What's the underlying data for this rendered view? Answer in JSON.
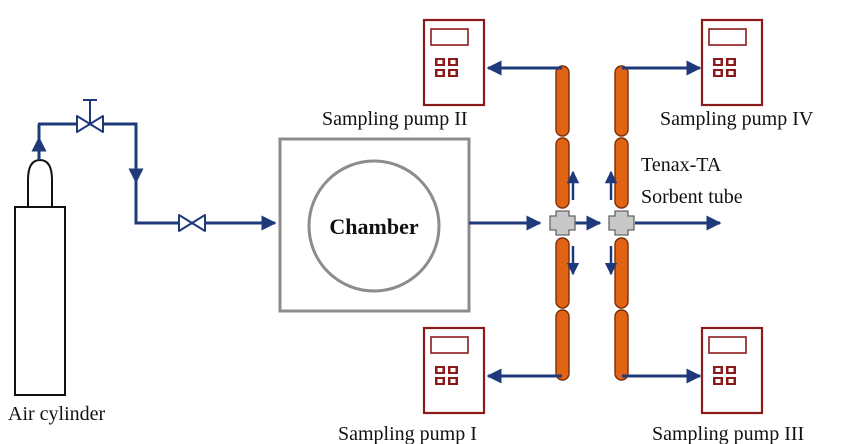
{
  "labels": {
    "air_cylinder": "Air cylinder",
    "chamber": "Chamber",
    "pump_1": "Sampling pump I",
    "pump_2": "Sampling pump II",
    "pump_3": "Sampling pump III",
    "pump_4": "Sampling pump IV",
    "tenax_line1": "Tenax-TA",
    "tenax_line2": "Sorbent tube"
  },
  "colors": {
    "pipe": "#1f3a7a",
    "pump": "#8b1a1a",
    "tube": "#e06414",
    "tube_outline": "#7a2d08",
    "chamber": "#8c8c8c",
    "connector": "#bfbfbf"
  },
  "icons": [
    "air-cylinder-icon",
    "valve-icon",
    "chamber-icon",
    "cross-connector-icon",
    "sorbent-tube-icon",
    "sampling-pump-icon",
    "arrow-icon"
  ]
}
